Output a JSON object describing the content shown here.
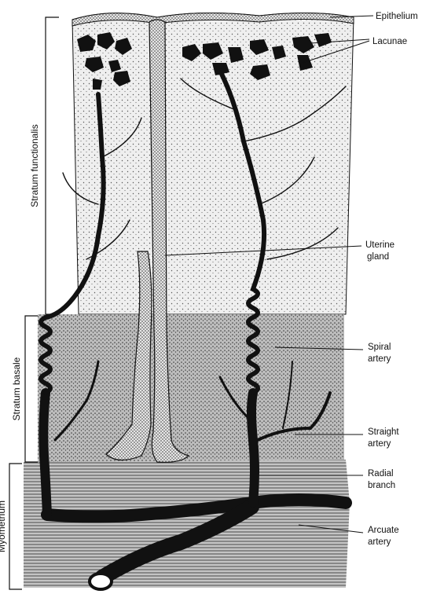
{
  "labels": {
    "epithelium": "Epithelium",
    "lacunae": "Lacunae",
    "uterine_gland": [
      "Uterine",
      "gland"
    ],
    "spiral_artery": [
      "Spiral",
      "artery"
    ],
    "straight_artery": [
      "Straight",
      "artery"
    ],
    "radial_branch": [
      "Radial",
      "branch"
    ],
    "arcuate_artery": [
      "Arcuate",
      "artery"
    ]
  },
  "side_labels": {
    "stratum_functionalis": "Stratum functionalis",
    "stratum_basale": "Stratum basale",
    "myometrium": "Myometrium"
  },
  "colors": {
    "ink": "#111111",
    "functionalis_fill": "#eeeeee",
    "basale_fill": "#b9b9b9",
    "myometrium_fill": "#b3b3b3",
    "gland_fill": "#d2d2d2"
  }
}
